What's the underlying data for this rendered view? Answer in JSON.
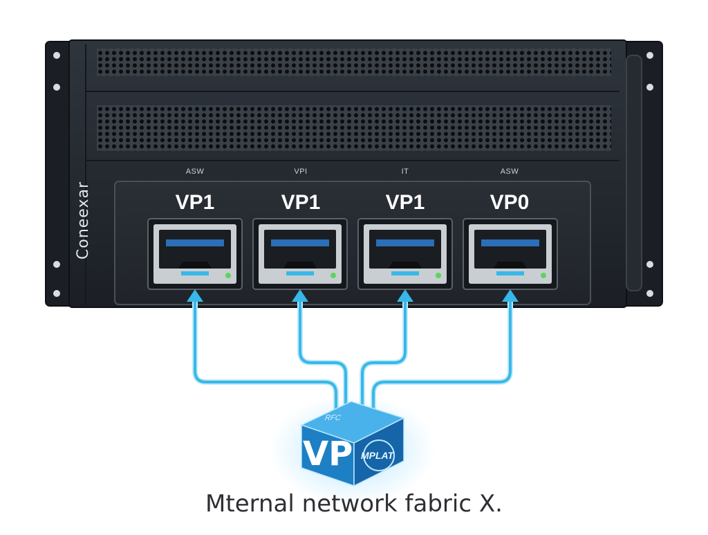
{
  "device": {
    "brand": "Coneexar",
    "ports": [
      {
        "small_label": "ASW",
        "main_label": "VP1"
      },
      {
        "small_label": "VPI",
        "main_label": "VP1"
      },
      {
        "small_label": "IT",
        "main_label": "VP1"
      },
      {
        "small_label": "ASW",
        "main_label": "VP0"
      }
    ]
  },
  "cube": {
    "front_text": "VP",
    "side_text": "MPLAT",
    "top_text": "RFC"
  },
  "caption": "Mternal network fabric X.",
  "colors": {
    "chassis": "#1f242c",
    "panel": "#2b3038",
    "cable": "#38b8e8",
    "cube_front": "#1d7fc4",
    "cube_side": "#1565a8",
    "cube_top": "#49b2ea",
    "port_led": "#5fd35f"
  }
}
